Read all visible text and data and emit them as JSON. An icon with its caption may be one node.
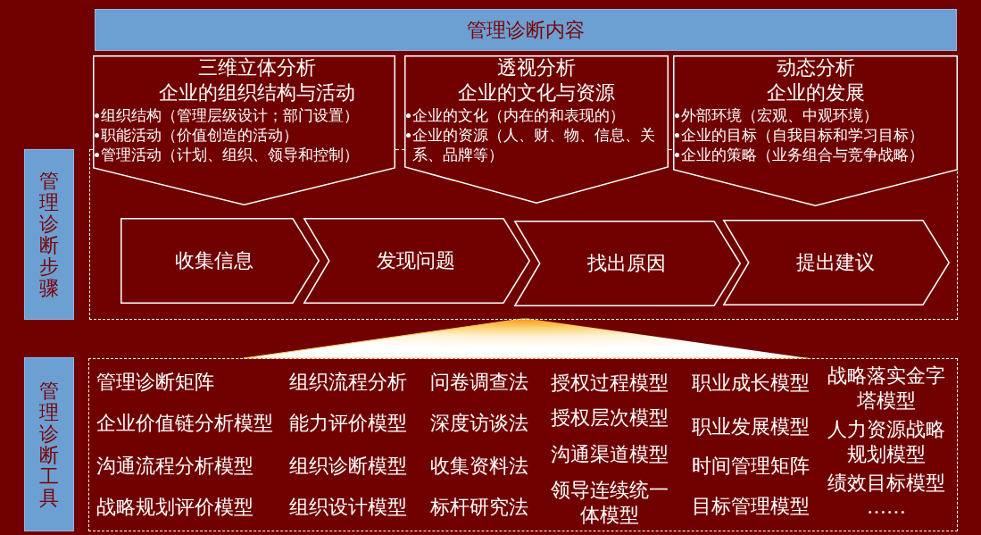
{
  "diagram": {
    "nodes": [
      {
        "text": [
          "管理诊断内容"
        ]
      },
      {
        "text": [
          "三维立体分析",
          "企业的组织结构与活动",
          "组织结构（管理层级设计；部门设置）",
          "职能活动（价值创造的活动）",
          "管理活动（计划、组织、领导和控制）"
        ]
      },
      {
        "text": [
          "透视分析",
          "企业的文化与资源",
          "企业的文化（内在的和表现的）",
          "企业的资源（人、财、物、信息、关系、品牌等）"
        ]
      },
      {
        "text": [
          "动态分析",
          "企业的发展",
          "外部环境（宏观、中观环境）",
          "企业的目标（自我目标和学习目标）",
          "企业的策略（业务组合与竞争战略）"
        ]
      },
      {
        "text": [
          "管理诊断步骤"
        ]
      },
      {
        "text": [],
        "shape": "box"
      },
      {
        "text": [
          "收集信息"
        ],
        "in": 5
      },
      {
        "text": [
          "发现问题"
        ],
        "in": 5
      },
      {
        "text": [
          "找出原因"
        ],
        "in": 5
      },
      {
        "text": [
          "提出建议"
        ],
        "in": 5
      },
      {
        "text": [
          "管理诊断工具"
        ]
      },
      {
        "text": [
          "管理诊断矩阵",
          "企业价值链分析模型",
          "沟通流程分析模型",
          "战略规划评价模型",
          "组织流程分析",
          "能力评价模型",
          "组织诊断模型",
          "组织设计模型",
          "问卷调查法",
          "深度访谈法",
          "收集资料法",
          "标杆研究法",
          "授权过程模型",
          "授权层次模型",
          "沟通渠道模型",
          "领导连续统一体模型",
          "职业成长模型",
          "职业发展模型",
          "时间管理矩阵",
          "目标管理模型",
          "战略落实金字塔模型",
          "人力资源战略规划模型",
          "绩效目标模型",
          "……"
        ]
      }
    ],
    "edges": [
      {
        "from": 11,
        "to": 5,
        "arrow": "none"
      }
    ]
  }
}
